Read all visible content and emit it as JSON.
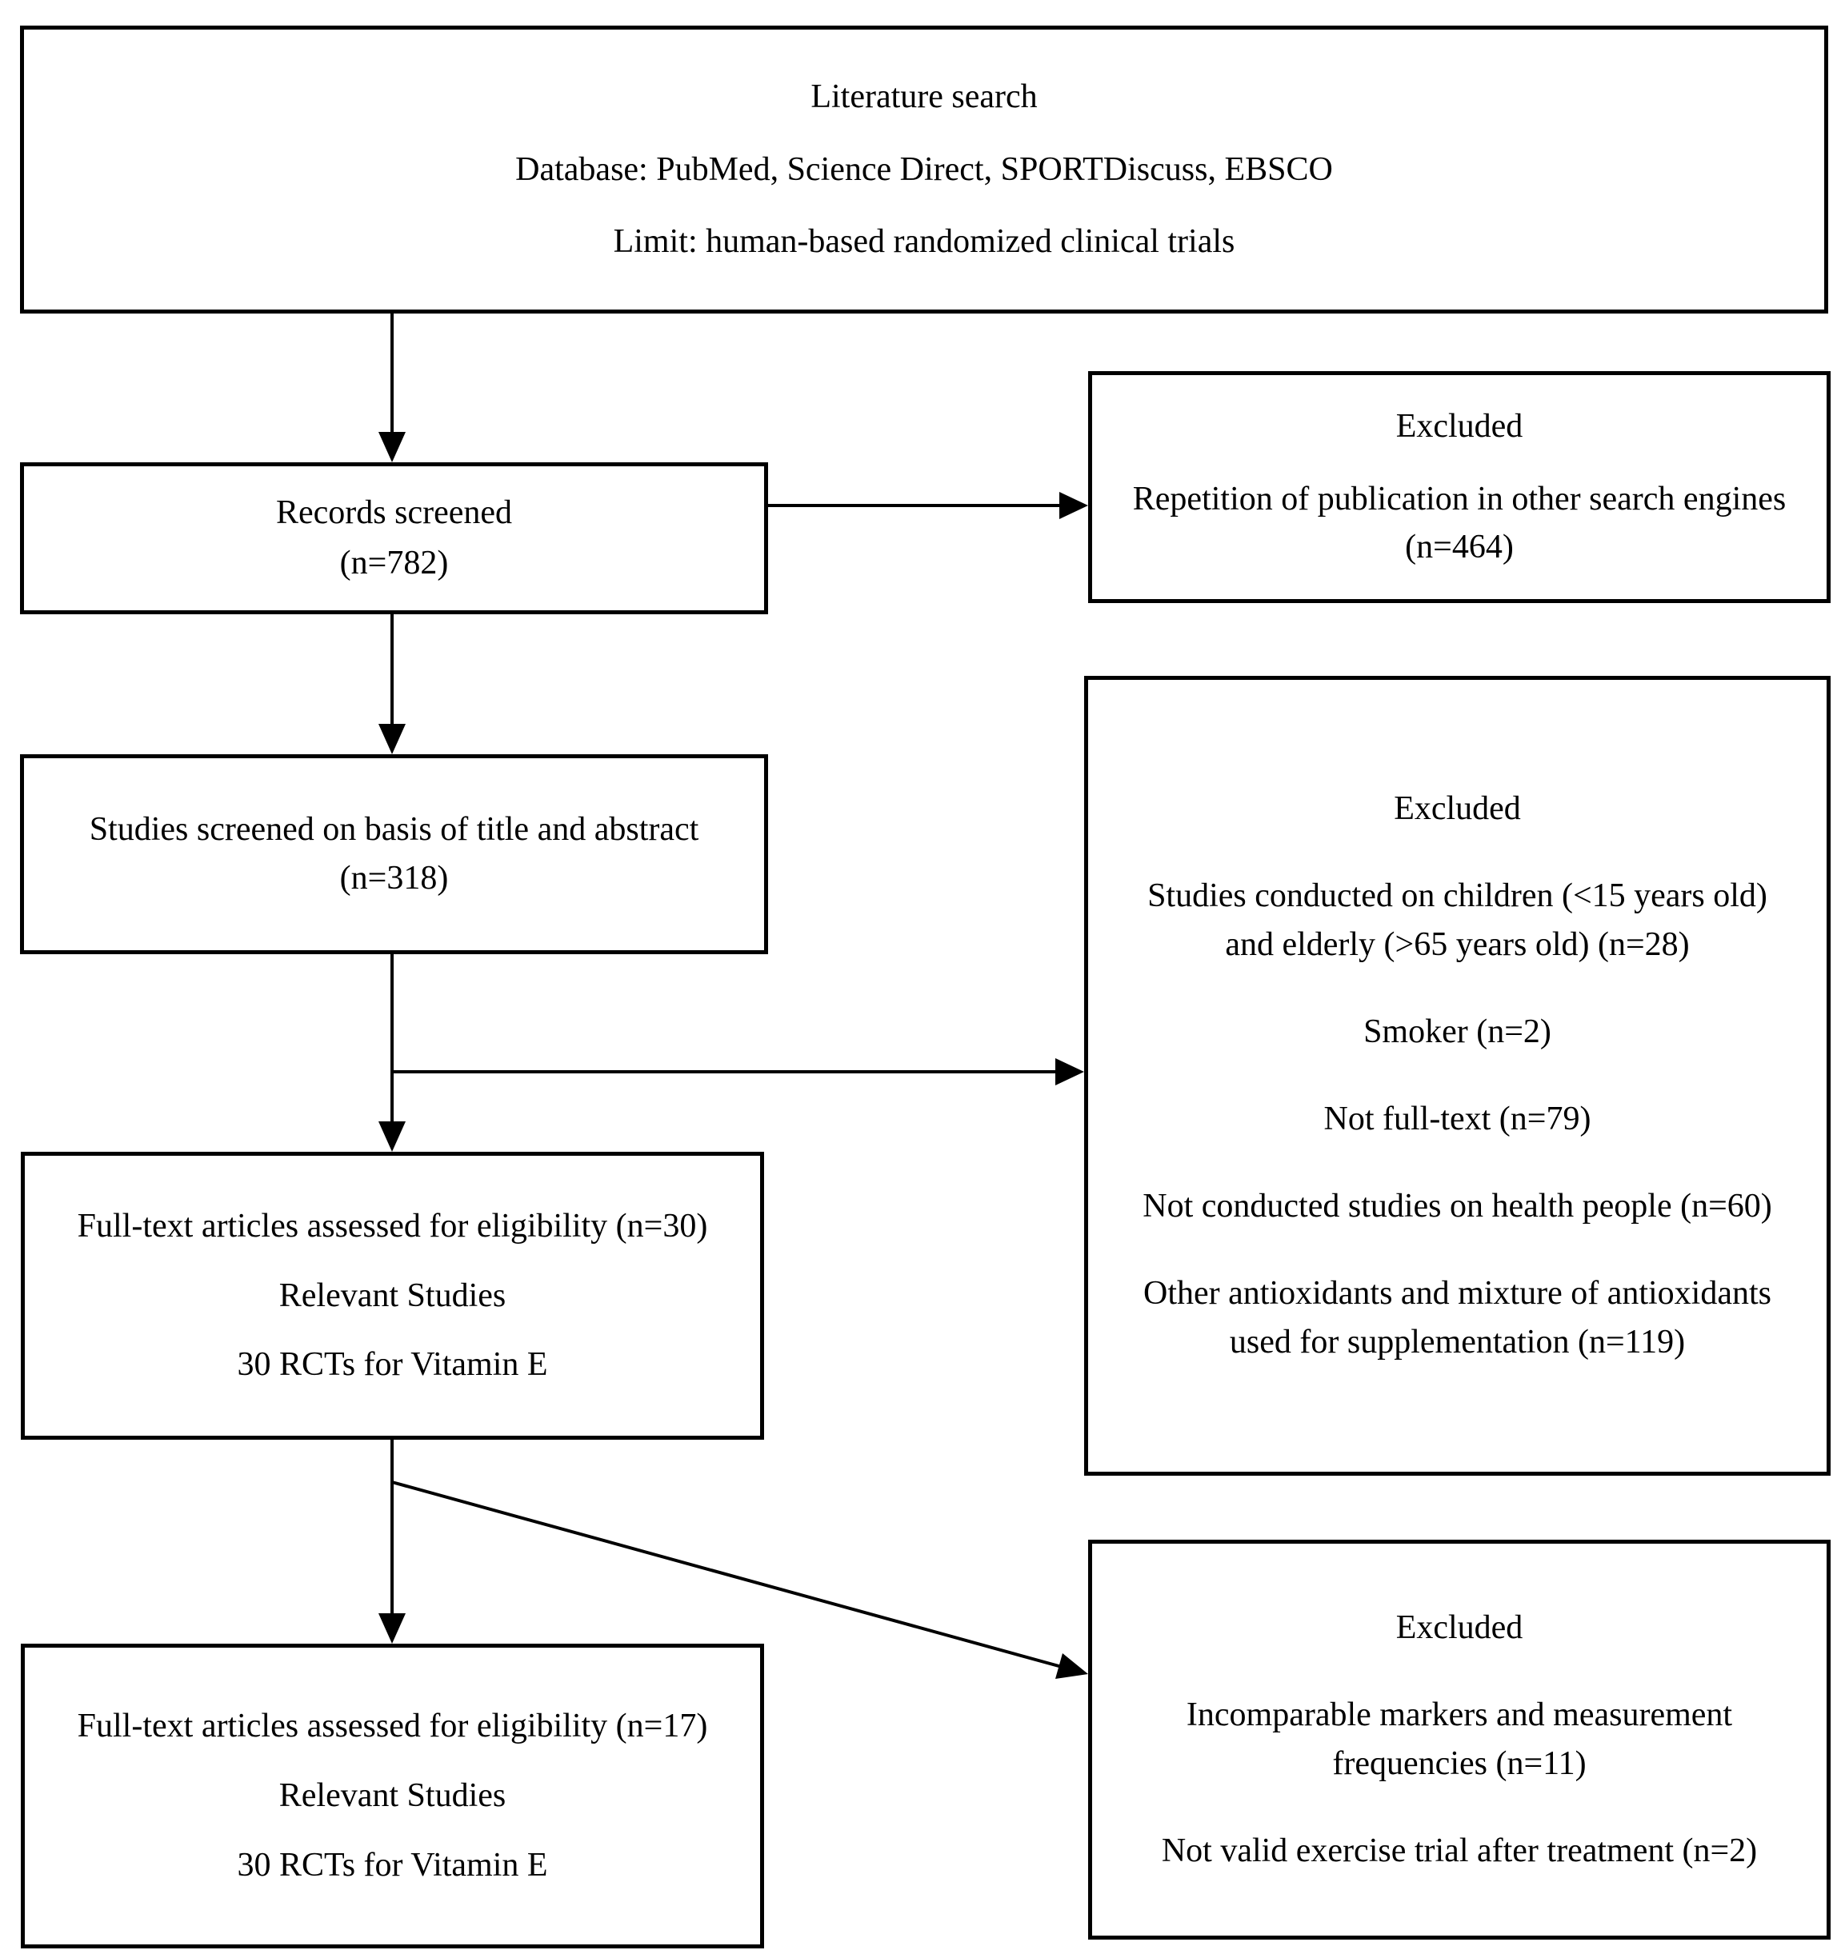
{
  "figure": {
    "type": "flowchart",
    "colors": {
      "border": "#000000",
      "background": "#ffffff",
      "text": "#000000"
    },
    "boxes": {
      "literature_search": {
        "paragraphs": [
          "Literature search",
          "Database: PubMed, Science Direct, SPORTDiscuss, EBSCO",
          "Limit: human-based randomized clinical trials"
        ]
      },
      "records_screened": {
        "paragraphs": [
          "Records screened",
          "(n=782)"
        ]
      },
      "excluded_duplicates": {
        "paragraphs": [
          "Excluded",
          "Repetition of publication in other search engines (n=464)"
        ]
      },
      "studies_screened": {
        "paragraphs": [
          "Studies screened on basis of title and abstract (n=318)"
        ]
      },
      "excluded_screening": {
        "paragraphs": [
          "Excluded",
          "Studies conducted on children (<15 years old) and elderly (>65 years old) (n=28)",
          "Smoker (n=2)",
          "Not full-text (n=79)",
          "Not conducted studies on health people (n=60)",
          "Other antioxidants and mixture of antioxidants used for supplementation (n=119)"
        ]
      },
      "fulltext_eligibility_30": {
        "paragraphs": [
          "Full-text articles assessed for eligibility (n=30)",
          "Relevant Studies",
          "30 RCTs for Vitamin E"
        ]
      },
      "excluded_fulltext": {
        "paragraphs": [
          "Excluded",
          "Incomparable markers and measurement frequencies (n=11)",
          "Not valid exercise trial after treatment (n=2)"
        ]
      },
      "fulltext_eligibility_17": {
        "paragraphs": [
          "Full-text articles assessed for eligibility (n=17)",
          "Relevant Studies",
          "30 RCTs for Vitamin E"
        ]
      }
    }
  }
}
